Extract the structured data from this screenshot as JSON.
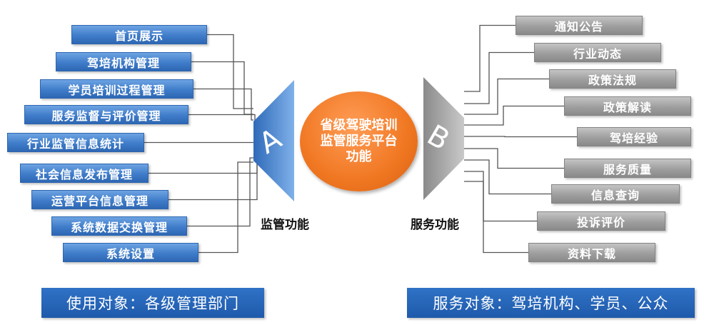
{
  "center": {
    "lines": [
      "省级驾驶培训",
      "监管服务平台",
      "功能"
    ]
  },
  "left": {
    "letter": "A",
    "label": "监管功能",
    "items": [
      "首页展示",
      "驾培机构管理",
      "学员培训过程管理",
      "服务监督与评价管理",
      "行业监管信息统计",
      "社会信息发布管理",
      "运营平台信息管理",
      "系统数据交换管理",
      "系统设置"
    ],
    "footer": "使用对象：各级管理部门"
  },
  "right": {
    "letter": "B",
    "label": "服务功能",
    "items": [
      "通知公告",
      "行业动态",
      "政策法规",
      "政策解读",
      "驾培经验",
      "服务质量",
      "信息查询",
      "投诉评价",
      "资料下载"
    ],
    "footer": "服务对象：驾培机构、学员、公众"
  },
  "colors": {
    "left_accent": "#3f7cc9",
    "right_accent": "#9e9e9e",
    "center_accent": "#f07722",
    "footer": "#2563b8"
  }
}
